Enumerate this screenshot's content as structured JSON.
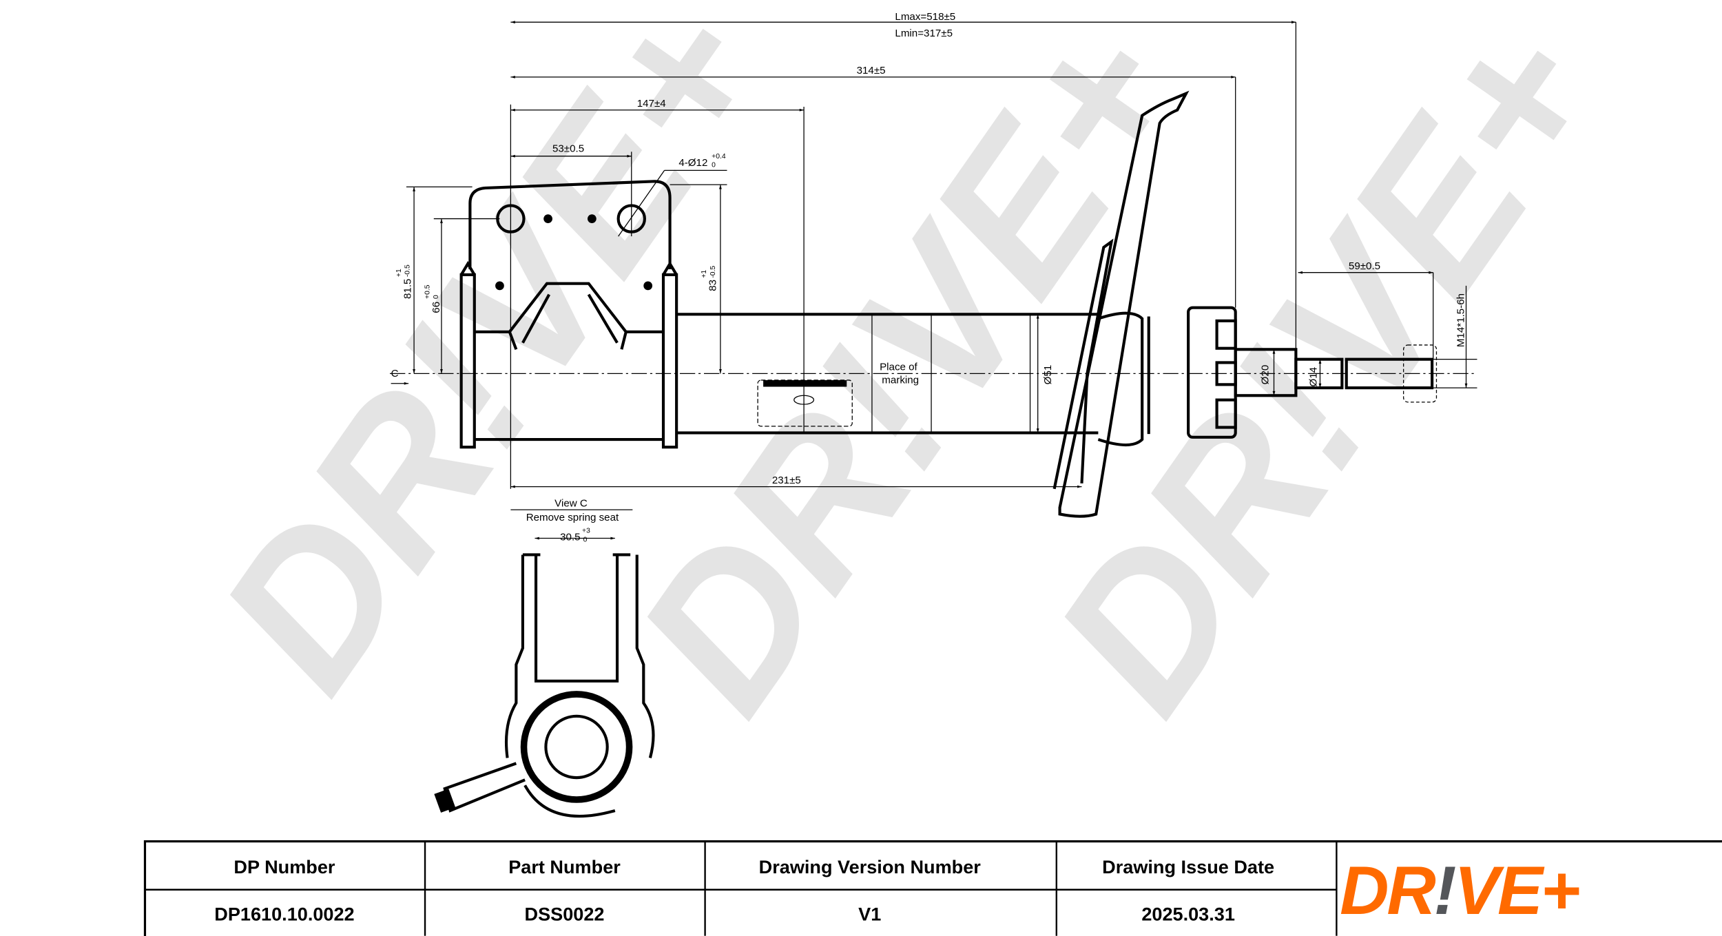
{
  "watermark_text": "DR!VE+",
  "dimensions": {
    "lmax": "Lmax=518±5",
    "lmin": "Lmin=317±5",
    "d314": "314±5",
    "d147": "147±4",
    "d53": "53±0.5",
    "holes": "4-Ø12",
    "holes_tol": "+0.4",
    "holes_tol_low": "0",
    "d81_5": "81.5",
    "d81_5_tol_up": "+1",
    "d81_5_tol_low": "-0.5",
    "d66": "66",
    "d66_tol_up": "+0.5",
    "d66_tol_low": "0",
    "d83": "83",
    "d83_tol_up": "+1",
    "d83_tol_low": "-0.5",
    "d51": "Ø51",
    "d20": "Ø20",
    "d14": "Ø14",
    "d59": "59±0.5",
    "thread": "M14*1.5-6h",
    "d231": "231±5",
    "d30_5": "30.5",
    "d30_5_tol_up": "+3",
    "d30_5_tol_low": "0",
    "section_mark": "C"
  },
  "notes": {
    "marking_line1": "Place of",
    "marking_line2": "marking",
    "view_title": "View C",
    "view_subtitle": "Remove spring seat"
  },
  "title_block": {
    "headers": [
      "DP Number",
      "Part Number",
      "Drawing Version Number",
      "Drawing Issue Date"
    ],
    "values": [
      "DP1610.10.0022",
      "DSS0022",
      "V1",
      "2025.03.31"
    ],
    "logo_text": "DR!VE+",
    "logo_colors": {
      "primary": "#ff6a00",
      "accent": "#54565a"
    }
  }
}
